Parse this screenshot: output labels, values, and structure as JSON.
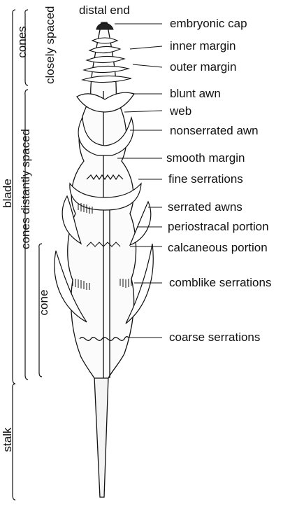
{
  "labels": {
    "distal_end": "distal end",
    "embryonic_cap": "embryonic cap",
    "inner_margin": "inner margin",
    "outer_margin": "outer margin",
    "blunt_awn": "blunt awn",
    "web": "web",
    "nonserrated_awn": "nonserrated awn",
    "smooth_margin": "smooth margin",
    "fine_serrations": "fine serrations",
    "serrated_awns": "serrated awns",
    "periostracal_portion": "periostracal portion",
    "calcaneous_portion": "calcaneous portion",
    "comblike_serrations": "comblike serrations",
    "coarse_serrations": "coarse serrations"
  },
  "side_labels": {
    "cones": "cones",
    "closely_spaced": "closely spaced",
    "blade": "blade",
    "cones_distantly_spaced": "cones distantly spaced",
    "cone": "cone",
    "stalk": "stalk"
  }
}
